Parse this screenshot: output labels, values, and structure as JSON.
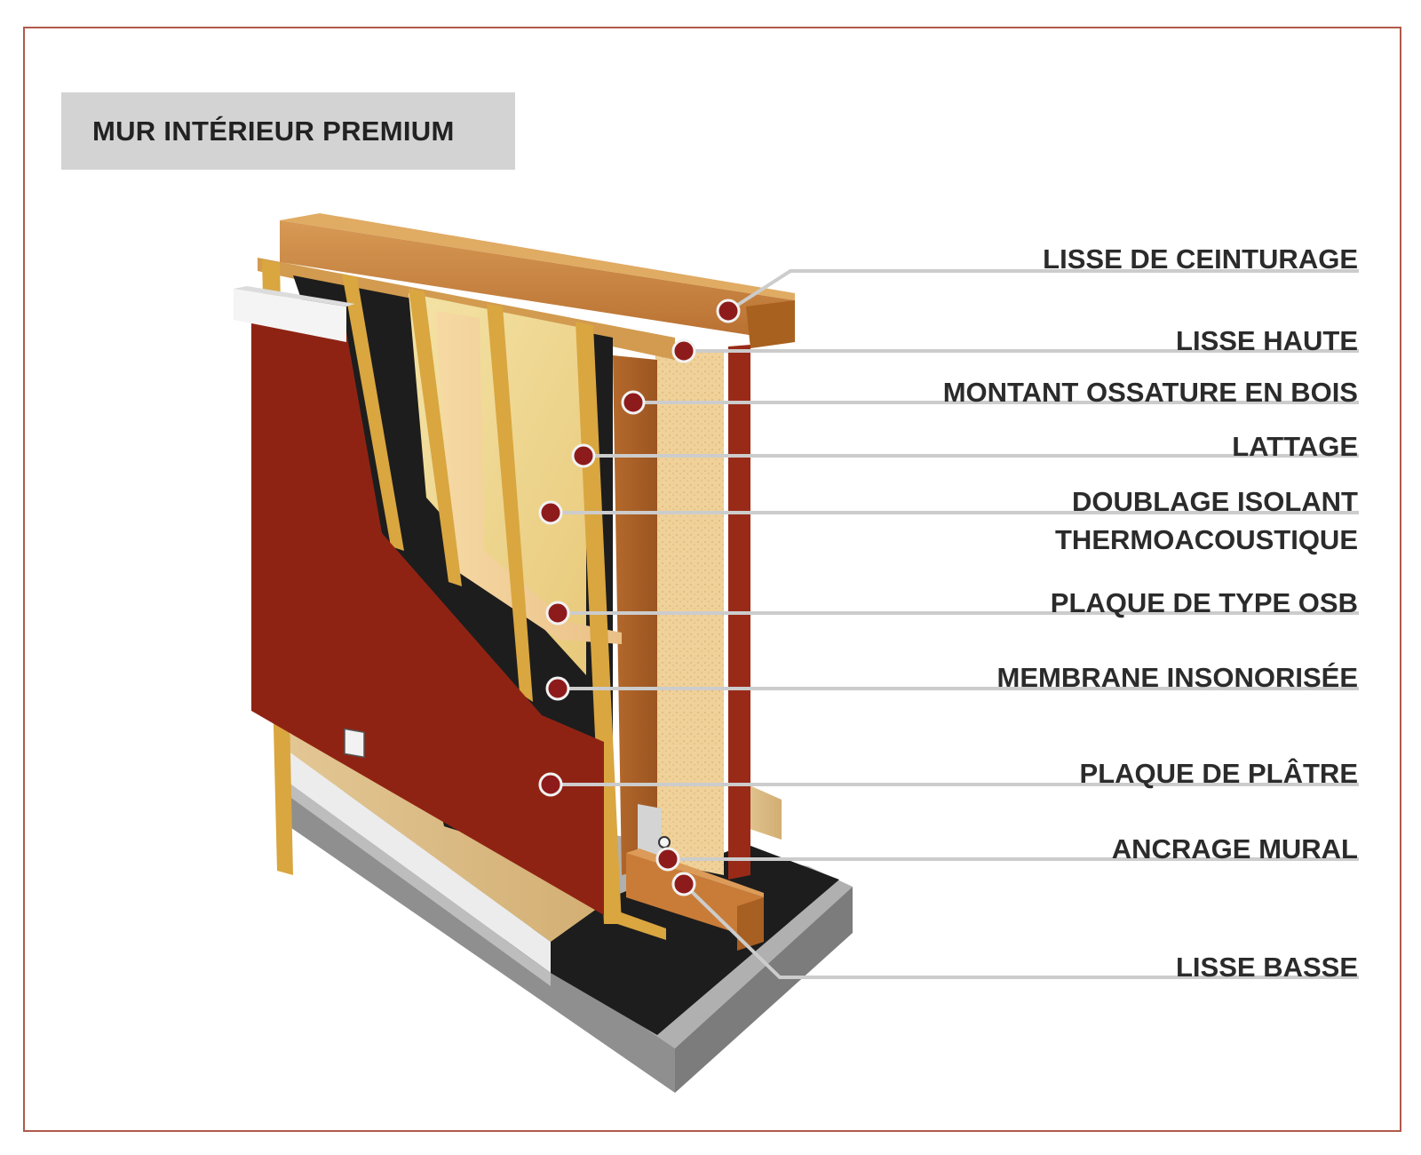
{
  "title": "MUR INTÉRIEUR PREMIUM",
  "colors": {
    "frame": "#b05a4a",
    "title_bg": "#d3d3d3",
    "marker": "#8e1b1b",
    "leader": "#cccccc",
    "plasterboard": "#8f2313",
    "timber": "#c8823f",
    "insulation": "#f0d88e",
    "membrane": "#1e1e1e",
    "concrete": "#9d9d9d"
  },
  "labels": [
    {
      "id": "lisse-de-ceinturage",
      "text": "LISSE DE CEINTURAGE"
    },
    {
      "id": "lisse-haute",
      "text": "LISSE HAUTE"
    },
    {
      "id": "montant-ossature",
      "text": "MONTANT OSSATURE EN BOIS"
    },
    {
      "id": "lattage",
      "text": "LATTAGE"
    },
    {
      "id": "doublage-isolant-1",
      "text": "DOUBLAGE ISOLANT"
    },
    {
      "id": "doublage-isolant-2",
      "text": "THERMOACOUSTIQUE"
    },
    {
      "id": "plaque-osb",
      "text": "PLAQUE DE TYPE OSB"
    },
    {
      "id": "membrane",
      "text": "MEMBRANE INSONORISÉE"
    },
    {
      "id": "plaque-platre",
      "text": "PLAQUE DE PLÂTRE"
    },
    {
      "id": "ancrage-mural",
      "text": "ANCRAGE MURAL"
    },
    {
      "id": "lisse-basse",
      "text": "LISSE BASSE"
    }
  ]
}
